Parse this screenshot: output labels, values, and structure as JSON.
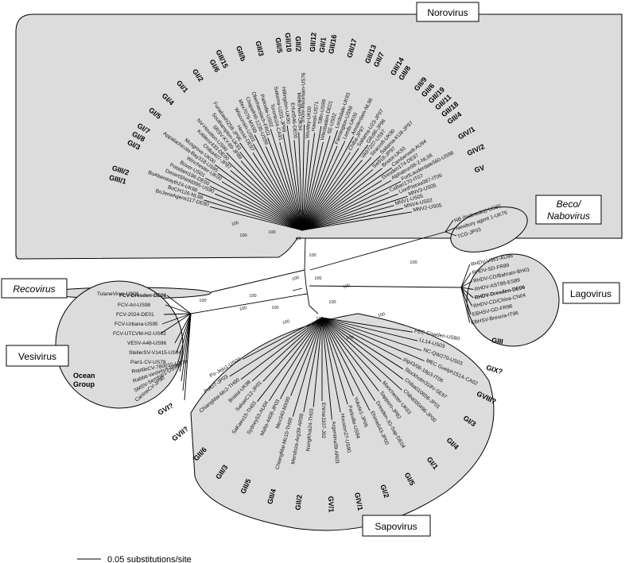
{
  "figure": {
    "scale_label": "0.05 substitutions/site"
  },
  "genera": {
    "norovirus": "Norovirus",
    "recovirus": "Recovirus",
    "beco": "Beco/",
    "nabo": "Nabovirus",
    "lagovirus": "Lagovirus",
    "vesivirus": "Vesivirus",
    "sapovirus": "Sapovirus"
  },
  "noro_leaves": [
    "GIII/1 BoJenaAgens117-DE80",
    "GIII/2 BoCH126-NL98",
    "BoAberstwyth24-UK98",
    "DesertShield395-US90",
    "GI/3 Potsdam196-DE00",
    "GI/8 Boxer-US01",
    "GI/7 Winchester-UK00",
    "Appalachicola-Bay318-US95",
    "GI/5 Musgrove-UK00",
    "Chiba407-JP87",
    "GI/4 Koblenz433-DE00",
    "NV-Houston-US90",
    "GI/1 SRSV-KY-89-JP89",
    "Southampton-UK91",
    "GI/2 Funabashi258-JP96",
    "Hesse-DE97",
    "GI/6 Wisconsin-US01",
    "GII/15 Mex7076-MX99",
    "ChapelHill-1235-US99",
    "GII/b Oberhaeslach-FR01",
    "Parkville-US02",
    "GII/3 Toronto24-CA91",
    "Saitama-U201-JP99",
    "GII/5 Hillingdon-UK90",
    "GII/10 Erfurt546-DE00",
    "GII/2 Melksham-UK94",
    "Snow-Mountain-US76",
    "GII/12 Wortley-UK00",
    "GII/1 Hawaii-US71",
    "GII/16 Tiffin-US99",
    "Wiesbaden-DE01",
    "GII/17 SE-US02",
    "Lordsdale-UK93",
    "GII/13 Farmington-US98",
    "GII/7 Leeds-UK00",
    "Amsterdam-NL98",
    "GII/14 Chiba-JP97",
    "GII/8 Saitama-U23-JP97",
    "Gifu96-JP96",
    "GII/9 VA97207-US97",
    "GII/6 Seacroft-UK90",
    "GII/19 Saitama-KU8-JP97",
    "GII/11 Sw918-JP97",
    "GII/18 Bristol-UK93",
    "GII/4 Camberwell-AU94",
    "Dresden174-DE97",
    "GIV/1 Alphatron98-2-NL98",
    "FortLauderdale560-US98",
    "GIV/2 CaBari170-IT07",
    "LionPistoia387-IT06",
    "GV MNV3-US05",
    "MNV1-US05",
    "MNV4-US02",
    "MNV2-US05"
  ],
  "noro_genogroups": [
    "GIII/1",
    "GIII/2",
    "GI/3",
    "GI/8",
    "GI/7",
    "GI/5",
    "GI/4",
    "GI/1",
    "GI/2",
    "GI/6",
    "GII/15",
    "GII/b",
    "GII/3",
    "GII/5",
    "GII/10",
    "GII/2",
    "GII/12",
    "GII/1",
    "GII/16",
    "GII/17",
    "GII/13",
    "GII/7",
    "GII/14",
    "GII/8",
    "GII/9",
    "GII/6",
    "GII/19",
    "GII/11",
    "GII/18",
    "GII/4",
    "GIV/1",
    "GIV/2",
    "GV"
  ],
  "beco_leaves": [
    "NB (Nebraska)-US80",
    "Newbury agent 1-UK76",
    "TCG-JP03"
  ],
  "reco_leaves": [
    "TulaneVirus-US06"
  ],
  "lago_leaves": [
    "RHDV-V351-AU96",
    "RHDV-SD-FR89",
    "RHDV-CD/Bahrain-BH01",
    "RHDV-AST89-ES89",
    "RHDV-Dresden-DE06",
    "RHDV-CD/China-CN04",
    "EBHSV-GD-FR96",
    "EBHSV-Brescia-IT96"
  ],
  "vesi_leaves": [
    "FCV-Dresden-DE06",
    "FCV-Ari-US98",
    "FCV-2024-DE01",
    "FCV-Urbana-US95",
    "FCV-UTCVM-H2-US02",
    "VESV-A48-US96",
    "StellerSV-V1415-US04",
    "Pan1-CV-US78",
    "ReptileCV-780032-US78",
    "Rabbit-Vesivirus-US95",
    "SMSV-Serotyp1-US95",
    "CanineCV-JP90"
  ],
  "vesi_group": [
    "Ocean",
    "Group"
  ],
  "sapo_leaves": [
    "PEC-Cowden-US80",
    "LL14-US03",
    "NC-QW270-US03",
    "MEC Guelph151A-CA02",
    "pig43/06-18p3-IT06",
    "Stockholm318V-SE97",
    "Chiba010658-JP01",
    "Chiba000496-JP00",
    "Manchester-UK93",
    "Sapporo-JP82",
    "Dresden-JG-Sap-DE04",
    "Ehime643-JP00",
    "Yokote1-JP06",
    "Parkville-US94",
    "Houston27-US90",
    "Argentina39-AR03",
    "Ehime1107-J02",
    "NongKhai24-TH03",
    "Mendoza-Arg39-AR98",
    "ChiangMai-Mc10-TH00",
    "Mex340-MX90",
    "Malta-4408-JP03",
    "Sydney53-AU04",
    "SaKaeo15-TH03",
    "SakaeC12-JP01",
    "Bristol-UK98",
    "ChiangMai-Mc2-TH00",
    "PoKr7-JP03",
    "Po-Jeju1-US00"
  ],
  "sapo_genogroups": [
    "GIII",
    "GIX?",
    "GVIII?",
    "GI/3",
    "GI/4",
    "GI/1",
    "GI/5",
    "GI/2",
    "GIV/1",
    "GV/1",
    "GII/2",
    "GII/4",
    "GII/5",
    "GII/3",
    "GII/6",
    "GVII?",
    "GVI?"
  ],
  "bootstrap_values": [
    "100",
    "100",
    "100",
    "96",
    "100",
    "100",
    "100",
    "100",
    "100",
    "100",
    "100",
    "100",
    "100",
    "100",
    "100",
    "100",
    "100",
    "100",
    "100"
  ]
}
